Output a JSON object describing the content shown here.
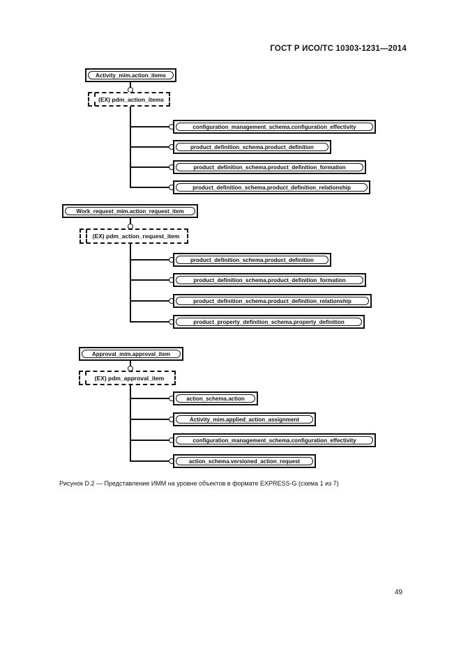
{
  "page": {
    "header": "ГОСТ Р ИСО/ТС 10303-1231—2014",
    "caption": "Рисунок D.2 — Представление ИММ на уровне объектов в формате EXPRESS-G (схема 1 из 7)",
    "page_number": "49"
  },
  "diagram": {
    "type": "EXPRESS-G entity-level schema",
    "groups": [
      {
        "parent": "Activity_mim.action_items",
        "subtype": "(EX) pdm_action_items",
        "children": [
          "configuration_management_schema.configuration_effectivity",
          "product_definition_schema.product_definition",
          "product_definition_schema.product_definition_formation",
          "product_definition_schema.product_definition_relationship"
        ]
      },
      {
        "parent": "Work_request_mim.action_request_item",
        "subtype": "(EX) pdm_action_request_item",
        "children": [
          "product_definition_schema.product_definition",
          "product_definition_schema.product_definition_formation",
          "product_definition_schema.product_definition_relationship",
          "product_property_definition_schema.property_definition"
        ]
      },
      {
        "parent": "Approval_mim.approval_item",
        "subtype": "(EX) pdm_approval_item",
        "children": [
          "action_schema.action",
          "Activity_mim.applied_action_assignment",
          "configuration_management_schema.configuration_effectivity",
          "action_schema.versioned_action_request"
        ]
      }
    ]
  }
}
